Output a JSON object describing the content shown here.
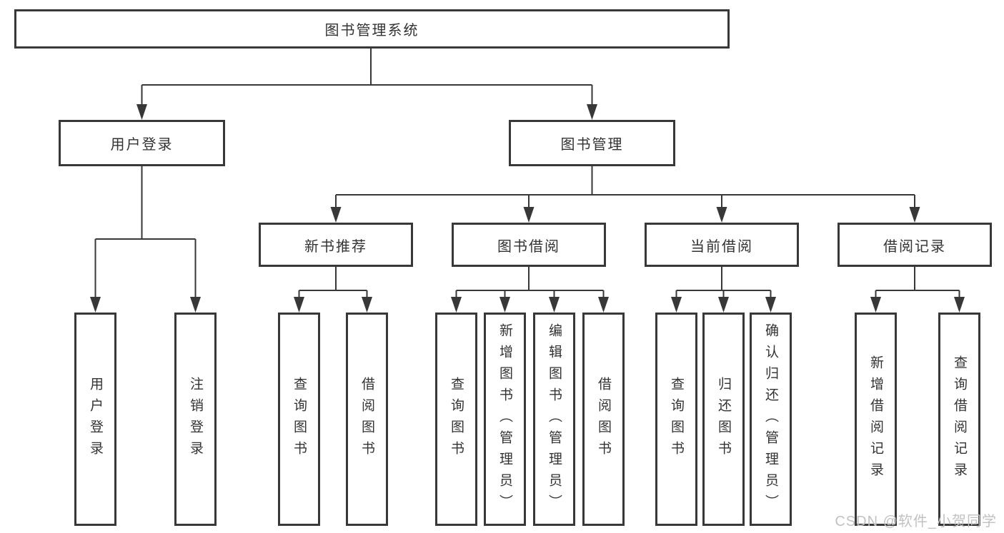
{
  "colors": {
    "line": "#383838",
    "box_border": "#383838",
    "text": "#333333",
    "background": "#ffffff",
    "watermark": "#c2c2c2"
  },
  "watermark": {
    "text": "CSDN @软件_小贺同学"
  },
  "tree": {
    "root": {
      "label": "图书管理系统"
    },
    "branches": [
      {
        "label": "用户登录",
        "children": [
          {
            "label": "用户登录"
          },
          {
            "label": "注销登录"
          }
        ]
      },
      {
        "label": "图书管理",
        "children": [
          {
            "label": "新书推荐",
            "children": [
              {
                "label": "查询图书"
              },
              {
                "label": "借阅图书"
              }
            ]
          },
          {
            "label": "图书借阅",
            "children": [
              {
                "label": "查询图书"
              },
              {
                "label": "新增图书（管理员）"
              },
              {
                "label": "编辑图书（管理员）"
              },
              {
                "label": "借阅图书"
              }
            ]
          },
          {
            "label": "当前借阅",
            "children": [
              {
                "label": "查询图书"
              },
              {
                "label": "归还图书"
              },
              {
                "label": "确认归还（管理员）"
              }
            ]
          },
          {
            "label": "借阅记录",
            "children": [
              {
                "label": "新增借阅记录"
              },
              {
                "label": "查询借阅记录"
              }
            ]
          }
        ]
      }
    ]
  }
}
